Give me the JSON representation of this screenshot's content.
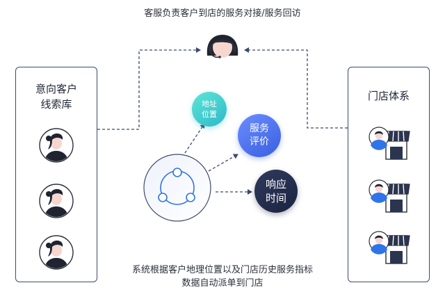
{
  "captions": {
    "top": "客服负责客户到店的服务对接/服务回访",
    "bottom_line1": "系统根据客户地理位置以及门店历史服务指标",
    "bottom_line2": "数据自动派单到门店"
  },
  "left_panel": {
    "title_line1": "意向客户",
    "title_line2": "线索库",
    "icons": [
      "customer-avatar-icon",
      "customer-avatar-icon",
      "customer-avatar-icon"
    ]
  },
  "right_panel": {
    "title": "门店体系",
    "icons": [
      "store-staff-icon",
      "store-staff-icon",
      "store-staff-icon"
    ]
  },
  "center": {
    "hub_icon": "share-network-icon",
    "agent_icon": "customer-service-headset-icon"
  },
  "bubbles": {
    "address": [
      "地址",
      "位置"
    ],
    "review": [
      "服务",
      "评价"
    ],
    "response": [
      "响应",
      "时间"
    ]
  },
  "colors": {
    "panel_border": "#3b4a6b",
    "dashed_line": "#3b4a6b",
    "hub_accent": "#2f74e8",
    "teal": "#2fb8c9",
    "blue": "#3a5fe0",
    "navy": "#1b2340",
    "avatar_skin": "#f6d6cf",
    "hair": "#1f2430"
  }
}
